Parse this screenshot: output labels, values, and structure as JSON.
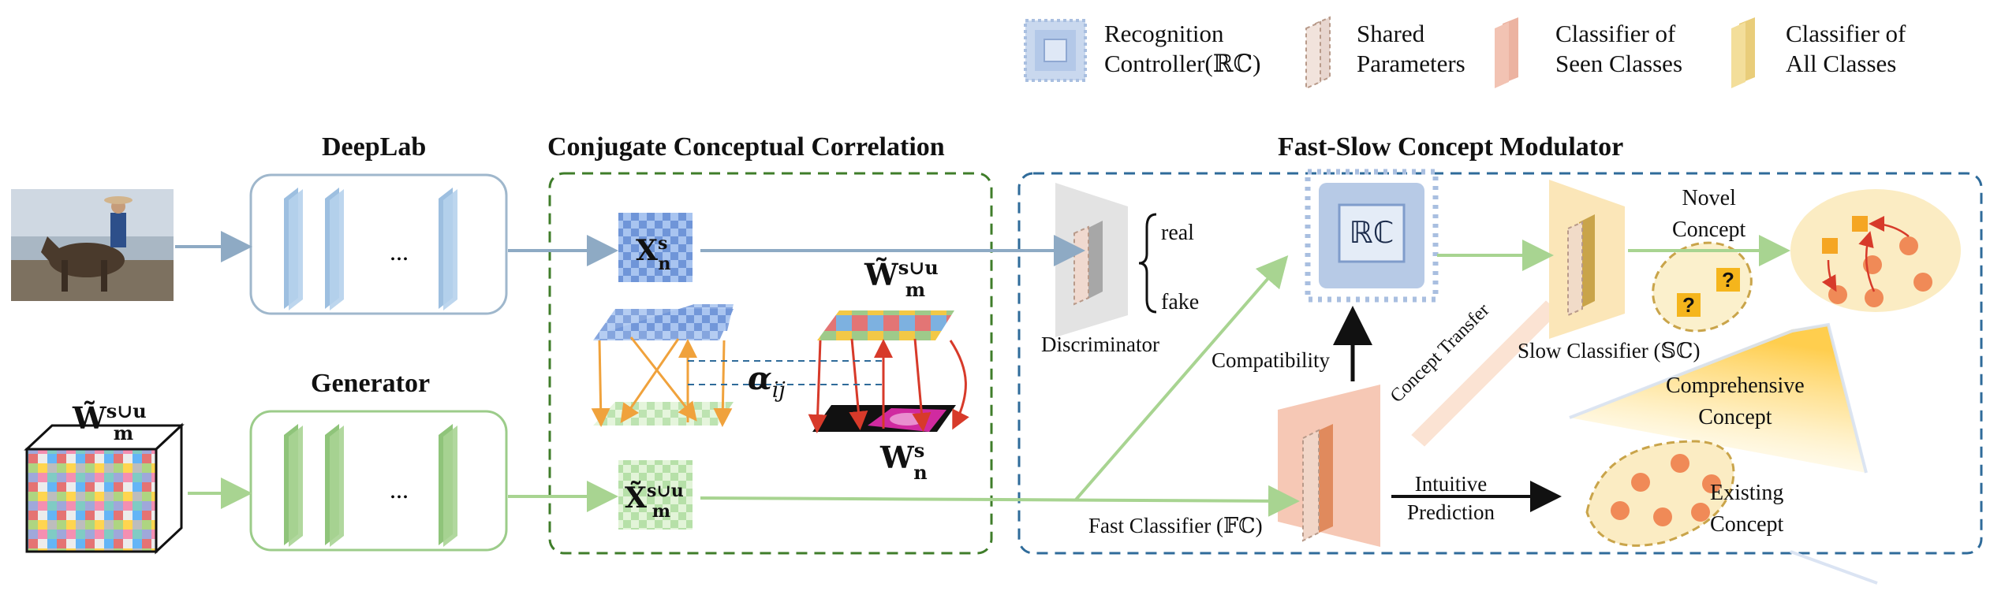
{
  "legend": {
    "rc_label": "Recognition\nController(ℝℂ)",
    "shared_label": "Shared\nParameters",
    "seen_label": "Classifier of\nSeen Classes",
    "all_label": "Classifier of\nAll Classes"
  },
  "colors": {
    "blue_box": "#9fb7cc",
    "green_box": "#9ccc8a",
    "dashed_green": "#3f7d2a",
    "dashed_blue": "#2f6b9a",
    "blue_layer": "#a9c9e6",
    "green_layer": "#9cc98a",
    "blue_arrow": "#8eaac4",
    "green_arrow": "#a8d491",
    "orange": "#f0a23c",
    "red": "#d73a2a"
  },
  "sections": {
    "deeplab": "DeepLab",
    "generator": "Generator",
    "ccc": "Conjugate Conceptual Correlation",
    "fscm": "Fast-Slow Concept Modulator"
  },
  "math": {
    "w_m_input": "W̃",
    "w_m_input_sup": "s∪u",
    "w_m_input_sub": "m",
    "x_n": "X",
    "x_n_sup": "s",
    "x_n_sub": "n",
    "x_m": "X̃",
    "x_m_sup": "s∪u",
    "x_m_sub": "m",
    "w_m_top": "W̃",
    "w_m_top_sup": "s∪u",
    "w_m_top_sub": "m",
    "w_n": "W",
    "w_n_sup": "s",
    "w_n_sub": "n",
    "alpha": "α",
    "alpha_sub": "ij"
  },
  "labels": {
    "dots": "...",
    "real": "real",
    "fake": "fake",
    "discriminator": "Discriminator",
    "rc_chip": "ℝℂ",
    "compatibility": "Compatibility",
    "concept_transfer": "Concept Transfer",
    "slow_classifier": "Slow Classifier (𝕊ℂ)",
    "fast_classifier": "Fast Classifier (𝔽ℂ)",
    "novel_concept": "Novel\nConcept",
    "comprehensive_concept": "Comprehensive\nConcept",
    "existing_concept": "Existing\nConcept",
    "intuitive_prediction": "Intuitive\nPrediction",
    "question": "?"
  }
}
